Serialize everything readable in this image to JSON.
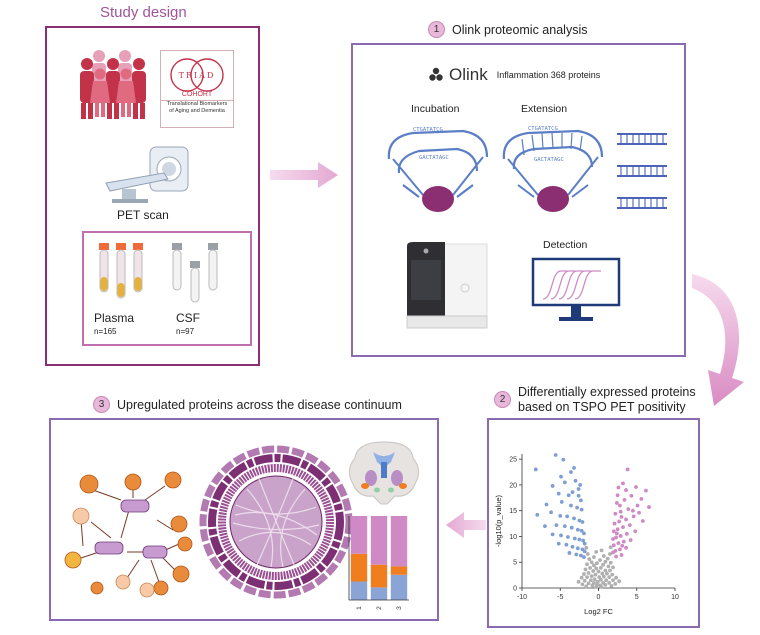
{
  "study_design": {
    "title": "Study design",
    "triad_logo_letters": "TRIAD",
    "triad_cohort": "COHORT",
    "triad_subtitle": "Translational Biomarkers of Aging and Dementia",
    "pet_label": "PET scan",
    "plasma_label": "Plasma",
    "plasma_n": "n=165",
    "csf_label": "CSF",
    "csf_n": "n=97"
  },
  "step1": {
    "badge": "1",
    "title": "Olink proteomic analysis",
    "olink_brand": "Olink",
    "olink_panel": "Inflammation 368 proteins",
    "incubation": "Incubation",
    "extension": "Extension",
    "detection": "Detection",
    "oligo_text_a": "CTGATATCG",
    "oligo_text_b": "GACTATAGC"
  },
  "step2": {
    "badge": "2",
    "title_line1": "Differentially expressed proteins",
    "title_line2": "based on TSPO PET positivity"
  },
  "step3": {
    "badge": "3",
    "title": "Upregulated proteins across the disease continuum"
  },
  "colors": {
    "accent": "#a0559a",
    "panel_border_purple": "#8a6bb3",
    "arrow_pink": "#e3a8d2",
    "volcano_blue": "#7f9fd3",
    "volcano_pink": "#cf89c4",
    "volcano_grey": "#b0b0b0",
    "orange": "#e88b3a",
    "bar_orange": "#f07d1e",
    "bar_pink": "#cf89c4",
    "bar_blue": "#8aa4d6"
  },
  "chart_data": [
    {
      "type": "scatter",
      "title": "",
      "xlabel": "Log2 FC",
      "ylabel": "-log10(p_value)",
      "xlim": [
        -10,
        10
      ],
      "ylim": [
        0,
        26
      ],
      "x_ticks": [
        -10,
        -5,
        0,
        5,
        10
      ],
      "y_ticks": [
        0,
        5,
        10,
        15,
        20,
        25
      ],
      "series": [
        {
          "color": "#7f9fd3",
          "points": [
            [
              -8.2,
              23
            ],
            [
              -5.6,
              25.8
            ],
            [
              -4.6,
              24.9
            ],
            [
              -3.6,
              22.5
            ],
            [
              -6.0,
              19.8
            ],
            [
              -4.4,
              20.5
            ],
            [
              -3.0,
              20.8
            ],
            [
              -2.4,
              20.0
            ],
            [
              -5.2,
              18.3
            ],
            [
              -3.4,
              18.6
            ],
            [
              -2.6,
              17.9
            ],
            [
              -6.8,
              16.2
            ],
            [
              -4.8,
              16.7
            ],
            [
              -3.6,
              16.0
            ],
            [
              -2.8,
              15.6
            ],
            [
              -2.2,
              15.2
            ],
            [
              -8.0,
              14.2
            ],
            [
              -6.2,
              14.7
            ],
            [
              -5.0,
              14.0
            ],
            [
              -4.1,
              13.9
            ],
            [
              -3.2,
              13.5
            ],
            [
              -2.5,
              13.1
            ],
            [
              -2.1,
              12.8
            ],
            [
              -7.0,
              12.0
            ],
            [
              -5.5,
              12.2
            ],
            [
              -4.4,
              12.0
            ],
            [
              -3.5,
              11.7
            ],
            [
              -2.7,
              11.3
            ],
            [
              -2.2,
              11.1
            ],
            [
              -1.9,
              10.6
            ],
            [
              -6.0,
              10.4
            ],
            [
              -4.9,
              10.2
            ],
            [
              -4.0,
              9.9
            ],
            [
              -3.1,
              9.6
            ],
            [
              -2.5,
              9.4
            ],
            [
              -2.0,
              9.2
            ],
            [
              -1.8,
              8.6
            ],
            [
              -5.2,
              8.6
            ],
            [
              -4.2,
              8.4
            ],
            [
              -3.4,
              8.0
            ],
            [
              -2.7,
              7.7
            ],
            [
              -2.1,
              7.5
            ],
            [
              -1.8,
              7.1
            ],
            [
              -3.8,
              6.8
            ],
            [
              -2.9,
              6.5
            ],
            [
              -2.3,
              6.3
            ],
            [
              -1.9,
              6.0
            ],
            [
              -2.6,
              19.2
            ],
            [
              -3.9,
              18.0
            ],
            [
              -2.3,
              17.0
            ],
            [
              -4.9,
              21.6
            ],
            [
              -3.2,
              23.3
            ]
          ]
        },
        {
          "color": "#cf89c4",
          "points": [
            [
              3.8,
              23.0
            ],
            [
              6.2,
              18.9
            ],
            [
              4.9,
              19.6
            ],
            [
              3.2,
              20.3
            ],
            [
              2.6,
              19.5
            ],
            [
              5.6,
              17.3
            ],
            [
              4.3,
              17.9
            ],
            [
              3.4,
              17.1
            ],
            [
              2.4,
              16.5
            ],
            [
              6.6,
              15.7
            ],
            [
              5.1,
              16.0
            ],
            [
              3.9,
              15.3
            ],
            [
              2.9,
              14.8
            ],
            [
              2.2,
              14.4
            ],
            [
              4.6,
              13.9
            ],
            [
              3.6,
              13.3
            ],
            [
              2.7,
              12.9
            ],
            [
              2.1,
              12.5
            ],
            [
              5.8,
              13.0
            ],
            [
              4.1,
              12.2
            ],
            [
              3.2,
              11.8
            ],
            [
              2.5,
              11.4
            ],
            [
              2.0,
              11.0
            ],
            [
              4.8,
              11.0
            ],
            [
              3.7,
              10.5
            ],
            [
              2.9,
              10.1
            ],
            [
              2.3,
              9.8
            ],
            [
              1.9,
              9.5
            ],
            [
              4.2,
              9.3
            ],
            [
              3.3,
              9.0
            ],
            [
              2.6,
              8.7
            ],
            [
              2.0,
              8.3
            ],
            [
              3.6,
              7.8
            ],
            [
              2.8,
              7.5
            ],
            [
              2.2,
              7.2
            ],
            [
              1.9,
              6.9
            ],
            [
              3.0,
              6.4
            ],
            [
              2.3,
              6.1
            ],
            [
              5.3,
              14.6
            ],
            [
              2.5,
              18.0
            ],
            [
              3.0,
              13.8
            ],
            [
              2.4,
              10.6
            ],
            [
              2.8,
              16.0
            ],
            [
              3.6,
              19.0
            ],
            [
              4.5,
              15.0
            ],
            [
              3.1,
              8.2
            ]
          ]
        },
        {
          "color": "#b0b0b0",
          "points": [
            [
              -1.2,
              5.6
            ],
            [
              -0.9,
              5.0
            ],
            [
              -0.6,
              4.4
            ],
            [
              -0.3,
              3.8
            ],
            [
              0.0,
              3.2
            ],
            [
              0.3,
              3.9
            ],
            [
              0.6,
              4.5
            ],
            [
              0.9,
              5.1
            ],
            [
              1.2,
              5.7
            ],
            [
              -1.5,
              4.6
            ],
            [
              -1.1,
              3.9
            ],
            [
              -0.7,
              3.3
            ],
            [
              -0.4,
              2.6
            ],
            [
              0.1,
              2.1
            ],
            [
              0.5,
              2.8
            ],
            [
              0.9,
              3.4
            ],
            [
              1.3,
              4.2
            ],
            [
              1.6,
              4.9
            ],
            [
              -1.7,
              3.6
            ],
            [
              -1.3,
              2.9
            ],
            [
              -0.9,
              2.3
            ],
            [
              -0.5,
              1.7
            ],
            [
              -0.1,
              1.2
            ],
            [
              0.3,
              1.6
            ],
            [
              0.7,
              2.2
            ],
            [
              1.1,
              2.8
            ],
            [
              1.5,
              3.4
            ],
            [
              1.9,
              4.0
            ],
            [
              -1.9,
              2.7
            ],
            [
              -1.5,
              2.1
            ],
            [
              -1.0,
              1.5
            ],
            [
              -0.6,
              1.0
            ],
            [
              -0.2,
              0.6
            ],
            [
              0.2,
              0.5
            ],
            [
              0.6,
              1.0
            ],
            [
              1.0,
              1.5
            ],
            [
              1.4,
              2.1
            ],
            [
              1.8,
              2.6
            ],
            [
              -2.2,
              2.0
            ],
            [
              -1.8,
              1.4
            ],
            [
              -1.3,
              0.9
            ],
            [
              -0.8,
              0.5
            ],
            [
              -0.3,
              0.2
            ],
            [
              0.4,
              0.2
            ],
            [
              0.9,
              0.6
            ],
            [
              1.4,
              1.0
            ],
            [
              1.9,
              1.5
            ],
            [
              2.3,
              2.0
            ],
            [
              -2.6,
              1.2
            ],
            [
              -2.1,
              0.7
            ],
            [
              -1.6,
              0.3
            ],
            [
              1.7,
              0.4
            ],
            [
              2.2,
              0.8
            ],
            [
              2.7,
              1.3
            ],
            [
              -0.2,
              4.8
            ],
            [
              0.2,
              5.4
            ],
            [
              -0.6,
              6.0
            ],
            [
              0.7,
              6.2
            ],
            [
              -1.4,
              6.6
            ],
            [
              1.5,
              6.6
            ],
            [
              -0.3,
              7.0
            ],
            [
              0.4,
              7.3
            ],
            [
              -1.6,
              7.8
            ],
            [
              1.6,
              7.9
            ]
          ]
        }
      ]
    },
    {
      "type": "bar",
      "stacked": true,
      "categories": [
        "1",
        "2",
        "3"
      ],
      "ylim": [
        0,
        100
      ],
      "series": [
        {
          "color": "#8aa4d6",
          "values": [
            22,
            15,
            30
          ]
        },
        {
          "color": "#f07d1e",
          "values": [
            33,
            27,
            10
          ]
        },
        {
          "color": "#cf89c4",
          "values": [
            45,
            58,
            60
          ]
        }
      ]
    }
  ]
}
